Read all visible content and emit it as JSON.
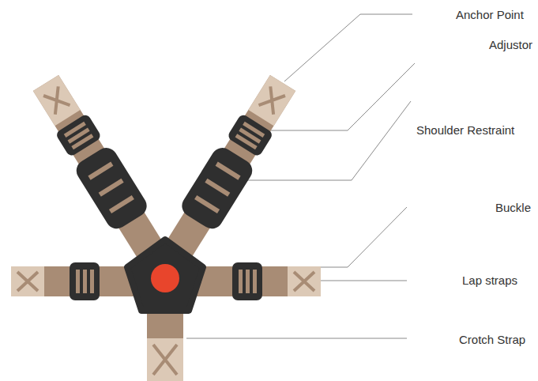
{
  "diagram": {
    "labels": [
      "Anchor Point",
      "Adjustor",
      "Shoulder Restraint",
      "Buckle",
      "Lap straps",
      "Crotch Strap"
    ]
  }
}
